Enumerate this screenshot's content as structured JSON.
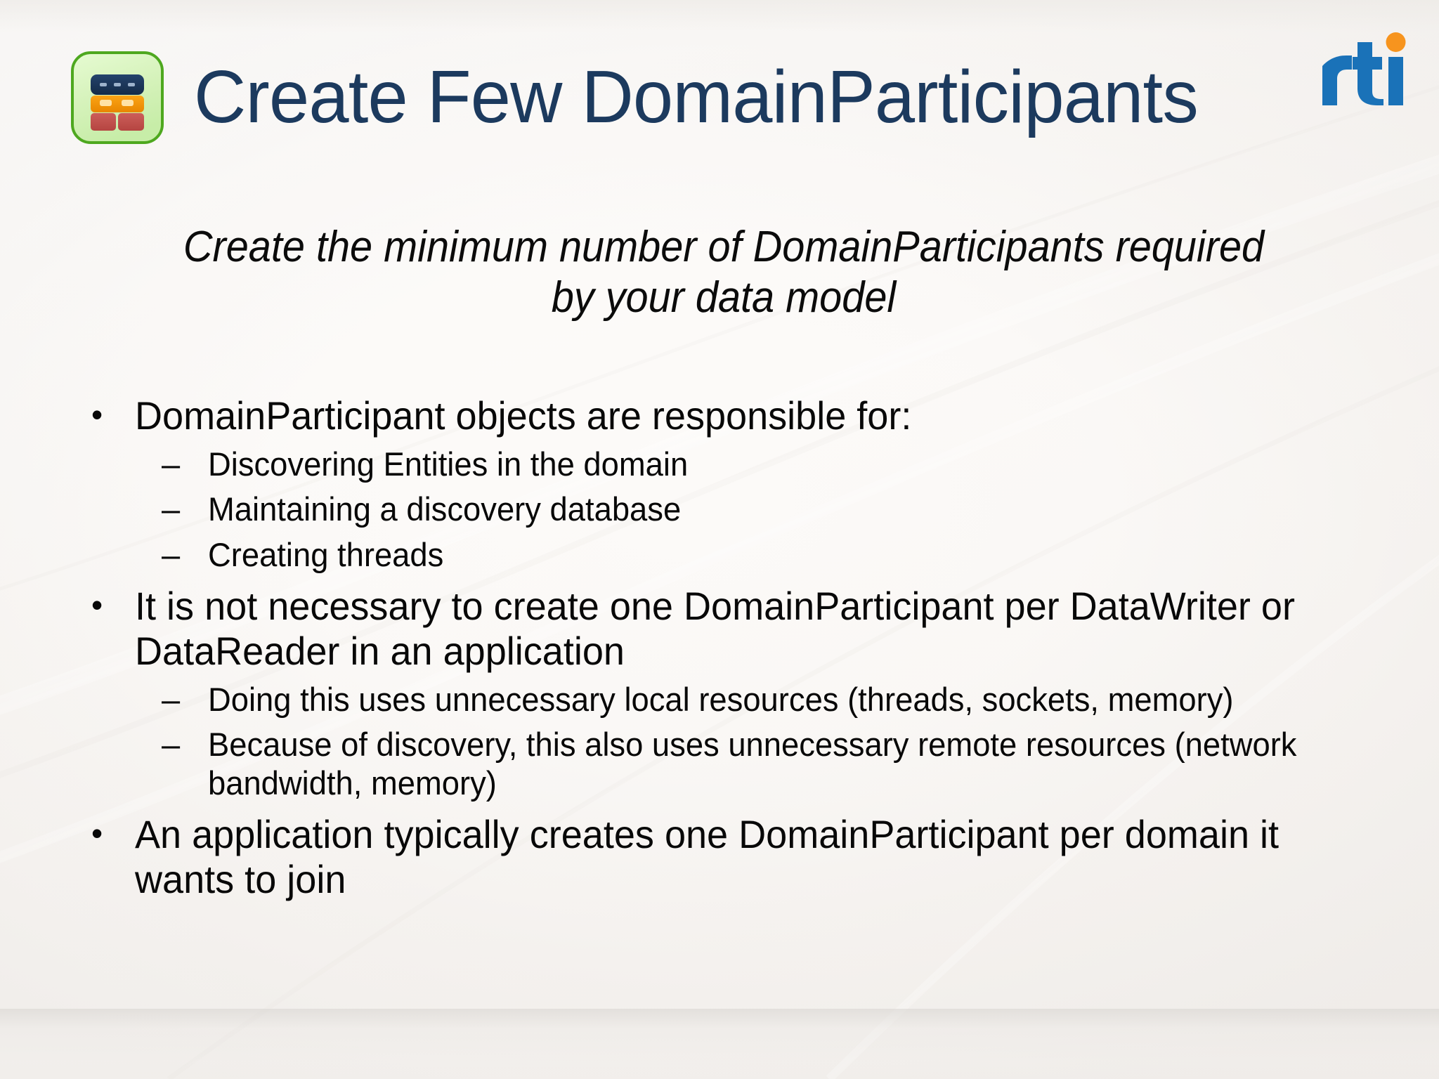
{
  "slide": {
    "title": "Create Few DomainParticipants",
    "title_icon": "stacked-blocks-icon",
    "brand_logo": "rti-logo",
    "subtitle": {
      "line1": "Create the minimum number of DomainParticipants required",
      "line2": "by your data model"
    },
    "bullets": [
      {
        "level": 1,
        "marker": "•",
        "text": "DomainParticipant objects are responsible for:"
      },
      {
        "level": 2,
        "marker": "–",
        "text": "Discovering Entities in the domain"
      },
      {
        "level": 2,
        "marker": "–",
        "text": "Maintaining a discovery database"
      },
      {
        "level": 2,
        "marker": "–",
        "text": "Creating threads"
      },
      {
        "level": 1,
        "marker": "•",
        "text": "It is not necessary to create one DomainParticipant per DataWriter or DataReader in an application"
      },
      {
        "level": 2,
        "marker": "–",
        "text": "Doing this uses unnecessary local resources (threads, sockets, memory)"
      },
      {
        "level": 2,
        "marker": "–",
        "text": "Because of discovery, this also uses unnecessary remote resources (network bandwidth, memory)"
      },
      {
        "level": 1,
        "marker": "•",
        "text": "An application typically creates one DomainParticipant per domain it wants to join"
      }
    ]
  },
  "colors": {
    "title_navy": "#1c3a5e",
    "body_text": "#080808",
    "background": "#f4f1ee",
    "icon_border_green": "#4fa820",
    "icon_fill_green": "#d7f3bd",
    "icon_bar_navy": "#1e3a5f",
    "icon_bar_orange": "#f39200",
    "icon_bar_red": "#c0504d",
    "logo_blue": "#1a72b8",
    "logo_orange": "#f7941e"
  }
}
